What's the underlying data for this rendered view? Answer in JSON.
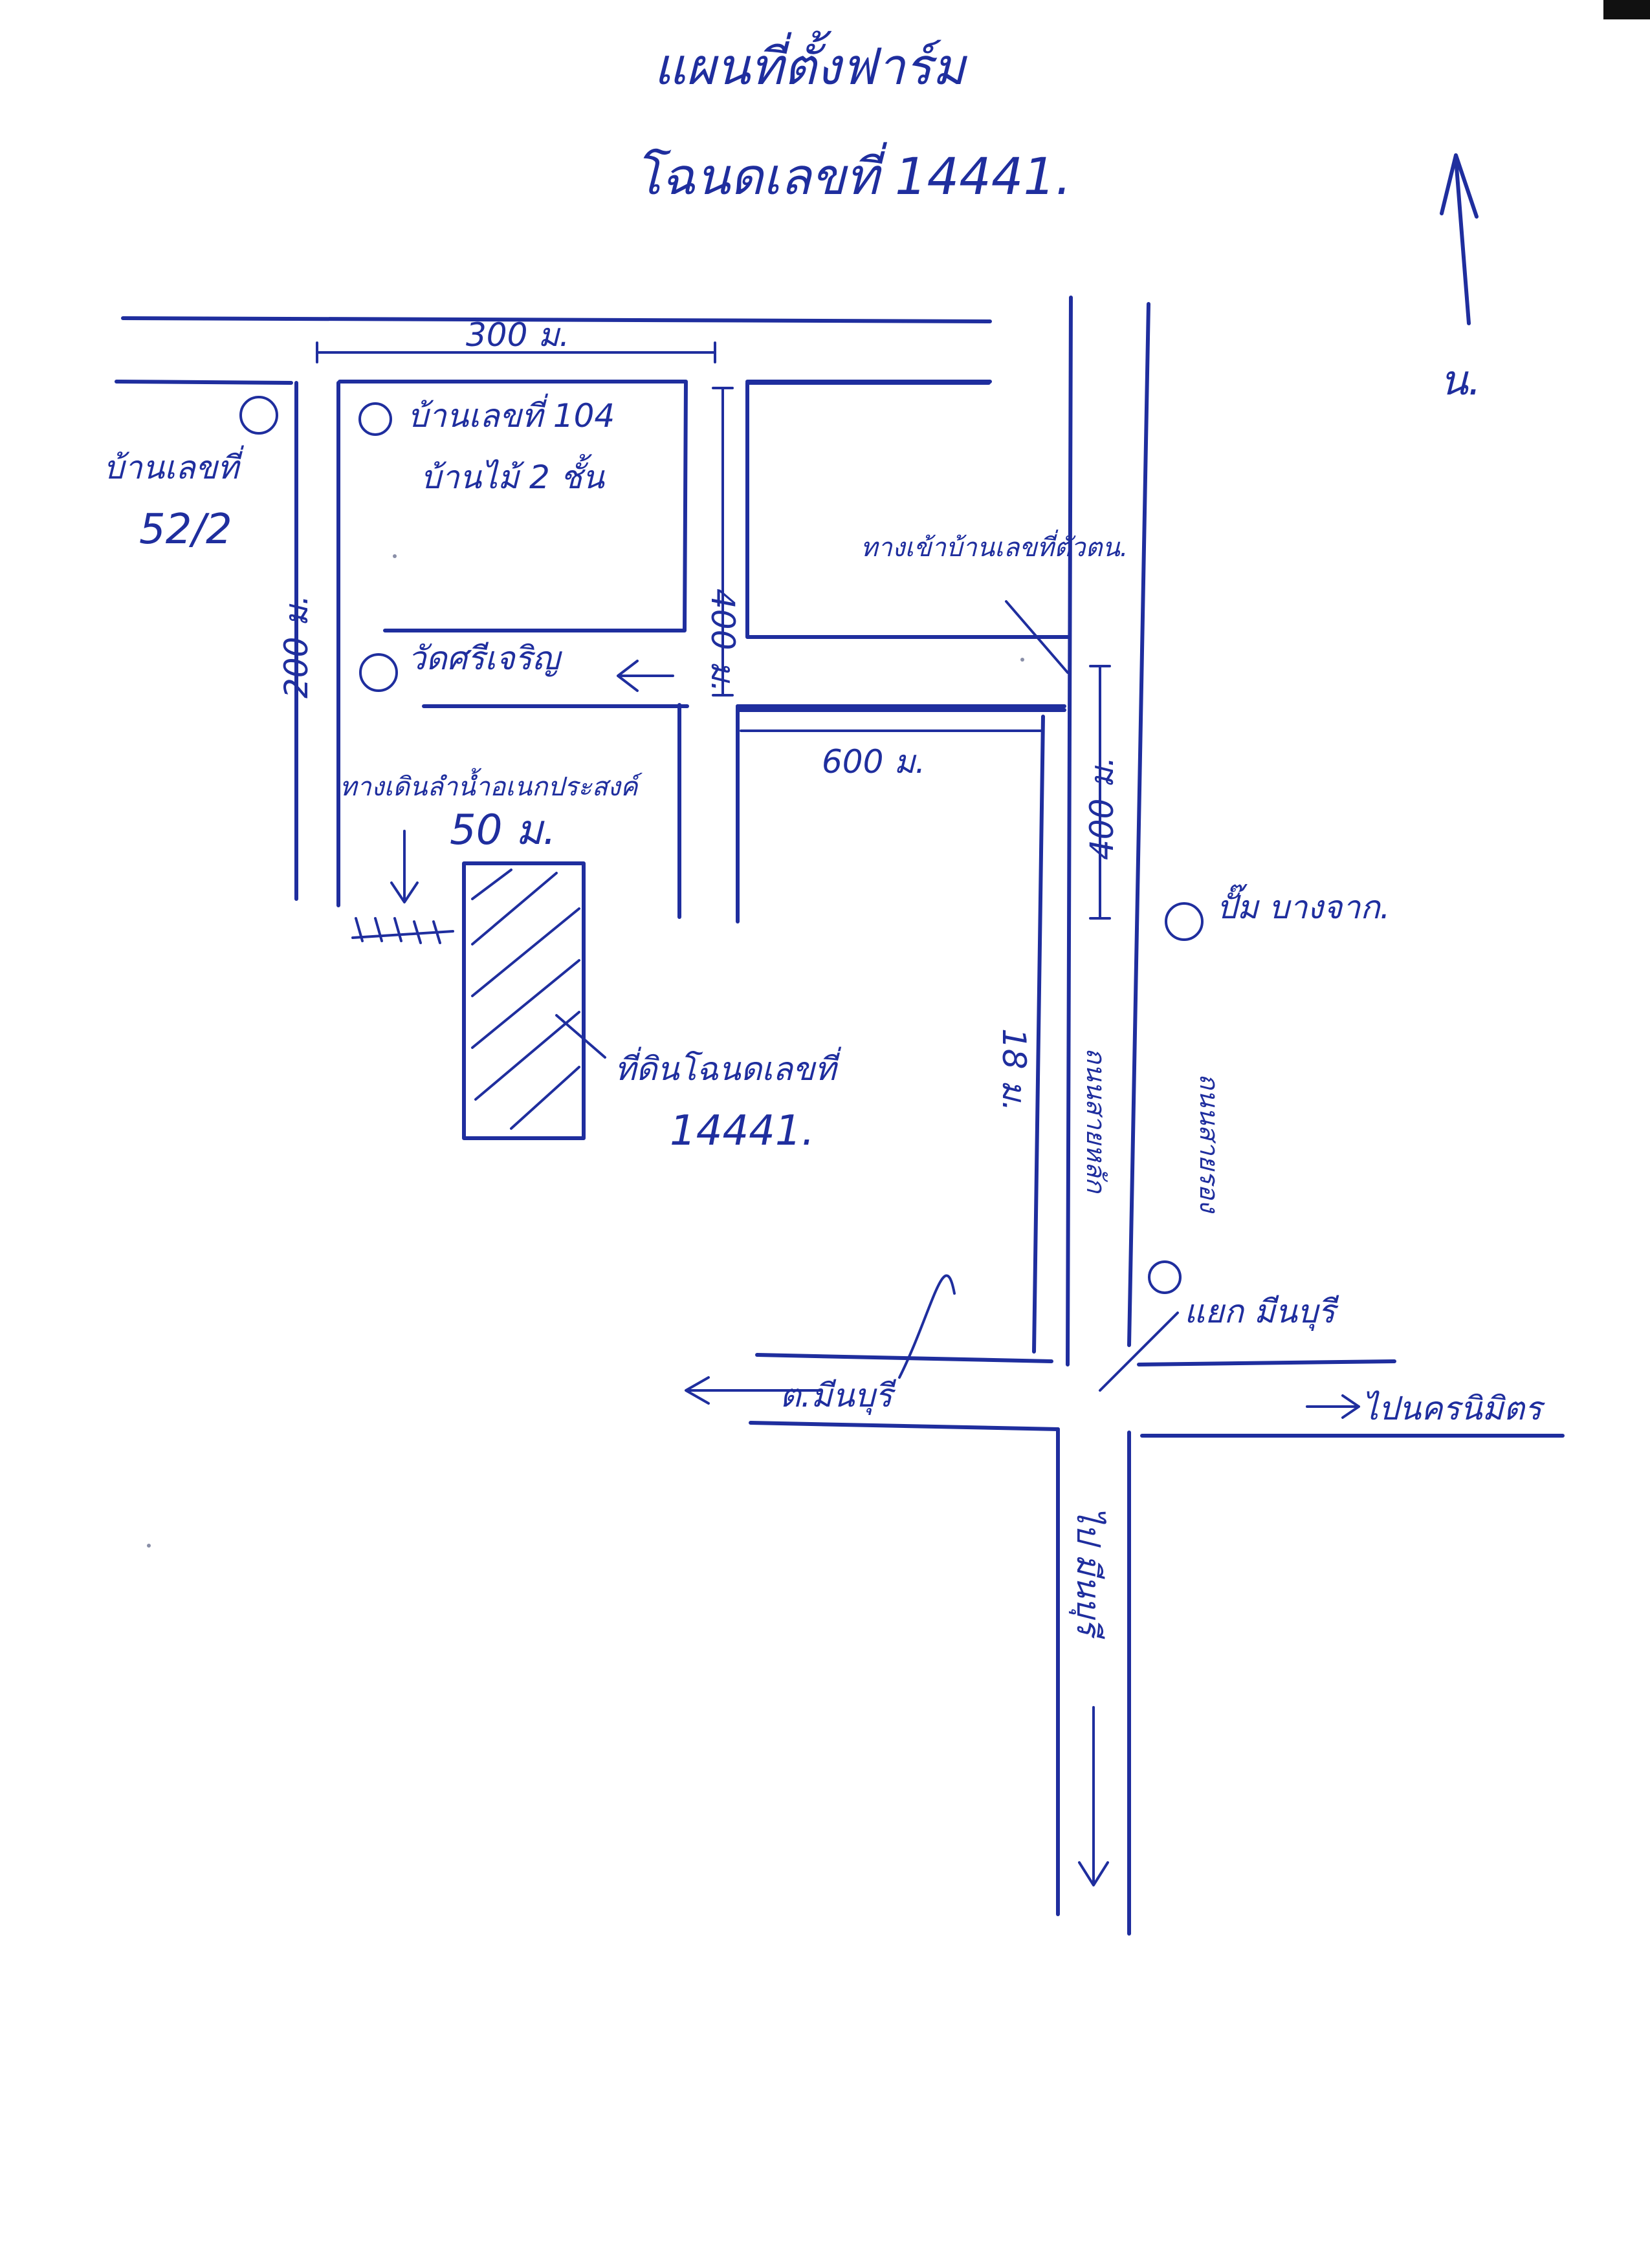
{
  "colors": {
    "ink": "#1f2e9e",
    "paper": "#ffffff"
  },
  "title": {
    "line1": "แผนที่ตั้งฟาร์ม",
    "line2": "โฉนดเลขที่ 14441."
  },
  "north": {
    "label": "น."
  },
  "labels": {
    "top_road_distance": "300 ม.",
    "house_top": "บ้านเลขที่ 104",
    "house_top_note": "บ้านไม้ 2 ชั้น",
    "house_left": "บ้านเลขที่",
    "house_left_number": "52/2",
    "left_road_distance": "200 ม.",
    "inner_road_distance": "400 ม.",
    "temple": "วัดศรีเจริญ",
    "north_road": "ทางเข้าบ้านเลขที่ตัวตน.",
    "mid_road_distance": "600 ม.",
    "right_road_distance": "400 ม.",
    "pump": "ปั๊ม บางจาก.",
    "canal": "ทางเดินลำน้ำอเนกประสงค์",
    "canal_width": "50 ม.",
    "land_label": "ที่ดินโฉนดเลขที่",
    "land_number": "14441.",
    "width_18": "18 ม.",
    "main_road": "ถนนสายหลัก",
    "branch_road": "ถนนสายรอง",
    "junction": "แยก มีนบุรี",
    "west_dest": "ต.มีนบุรี",
    "east_dest": "ไปนครนิมิตร",
    "south_dest": "ไป มีนบุรี"
  }
}
